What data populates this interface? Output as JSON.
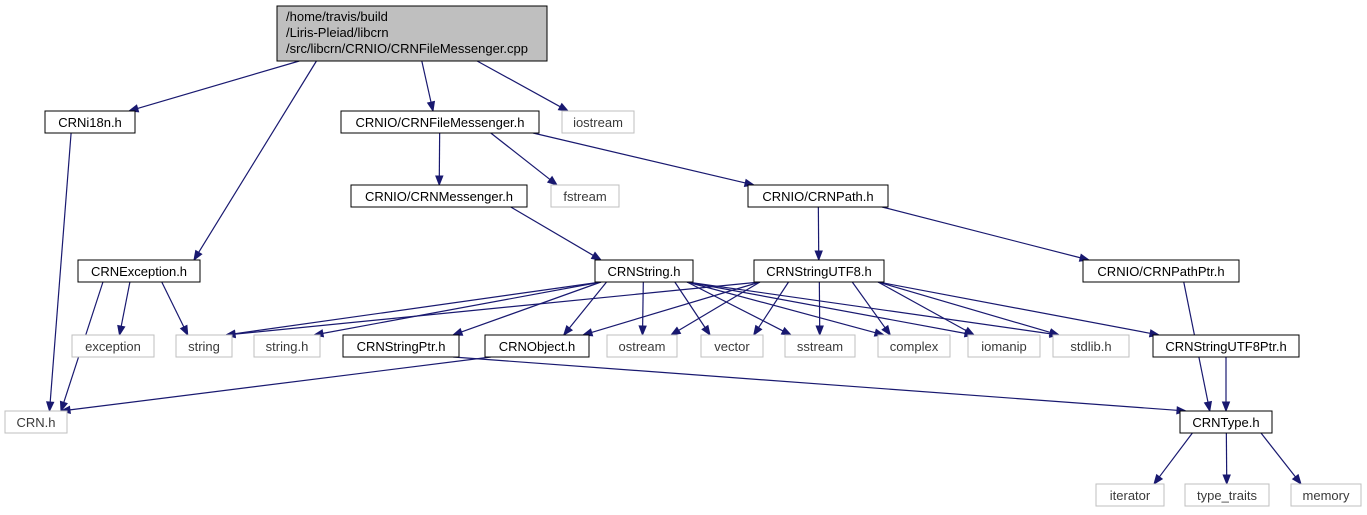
{
  "colors": {
    "edge": "#191970",
    "root_fill": "#bfbfbf",
    "local_border": "#000000",
    "external_border": "#bfbfbf"
  },
  "nodes": {
    "root": {
      "lines": [
        "/home/travis/build",
        "/Liris-Pleiad/libcrn",
        "/src/libcrn/CRNIO/CRNFileMessenger.cpp"
      ],
      "kind": "root"
    },
    "crni18n": {
      "label": "CRNi18n.h",
      "kind": "local"
    },
    "filemessenger_h": {
      "label": "CRNIO/CRNFileMessenger.h",
      "kind": "local"
    },
    "iostream": {
      "label": "iostream",
      "kind": "external"
    },
    "messenger_h": {
      "label": "CRNIO/CRNMessenger.h",
      "kind": "local"
    },
    "fstream": {
      "label": "fstream",
      "kind": "external"
    },
    "path_h": {
      "label": "CRNIO/CRNPath.h",
      "kind": "local"
    },
    "exception_h": {
      "label": "CRNException.h",
      "kind": "local"
    },
    "crnstring_h": {
      "label": "CRNString.h",
      "kind": "local"
    },
    "stringutf8_h": {
      "label": "CRNStringUTF8.h",
      "kind": "local"
    },
    "pathptr_h": {
      "label": "CRNIO/CRNPathPtr.h",
      "kind": "local"
    },
    "exception": {
      "label": "exception",
      "kind": "external"
    },
    "string": {
      "label": "string",
      "kind": "external"
    },
    "string_h": {
      "label": "string.h",
      "kind": "external"
    },
    "stringptr_h": {
      "label": "CRNStringPtr.h",
      "kind": "local"
    },
    "object_h": {
      "label": "CRNObject.h",
      "kind": "local"
    },
    "ostream": {
      "label": "ostream",
      "kind": "external"
    },
    "vector": {
      "label": "vector",
      "kind": "external"
    },
    "sstream": {
      "label": "sstream",
      "kind": "external"
    },
    "complex": {
      "label": "complex",
      "kind": "external"
    },
    "iomanip": {
      "label": "iomanip",
      "kind": "external"
    },
    "stdlib_h": {
      "label": "stdlib.h",
      "kind": "external"
    },
    "stringutf8ptr_h": {
      "label": "CRNStringUTF8Ptr.h",
      "kind": "local"
    },
    "crn_h": {
      "label": "CRN.h",
      "kind": "external"
    },
    "type_h": {
      "label": "CRNType.h",
      "kind": "local"
    },
    "iterator": {
      "label": "iterator",
      "kind": "external"
    },
    "type_traits": {
      "label": "type_traits",
      "kind": "external"
    },
    "memory": {
      "label": "memory",
      "kind": "external"
    }
  },
  "edges": [
    [
      "root",
      "crni18n"
    ],
    [
      "root",
      "exception_h"
    ],
    [
      "root",
      "filemessenger_h"
    ],
    [
      "root",
      "iostream"
    ],
    [
      "crni18n",
      "crn_h"
    ],
    [
      "filemessenger_h",
      "messenger_h"
    ],
    [
      "filemessenger_h",
      "fstream"
    ],
    [
      "filemessenger_h",
      "path_h"
    ],
    [
      "messenger_h",
      "crnstring_h"
    ],
    [
      "path_h",
      "stringutf8_h"
    ],
    [
      "path_h",
      "pathptr_h"
    ],
    [
      "exception_h",
      "crn_h"
    ],
    [
      "exception_h",
      "exception"
    ],
    [
      "exception_h",
      "string"
    ],
    [
      "crnstring_h",
      "string"
    ],
    [
      "crnstring_h",
      "string_h"
    ],
    [
      "crnstring_h",
      "stringptr_h"
    ],
    [
      "crnstring_h",
      "object_h"
    ],
    [
      "crnstring_h",
      "ostream"
    ],
    [
      "crnstring_h",
      "vector"
    ],
    [
      "crnstring_h",
      "sstream"
    ],
    [
      "crnstring_h",
      "complex"
    ],
    [
      "crnstring_h",
      "iomanip"
    ],
    [
      "crnstring_h",
      "stdlib_h"
    ],
    [
      "stringutf8_h",
      "string"
    ],
    [
      "stringutf8_h",
      "object_h"
    ],
    [
      "stringutf8_h",
      "ostream"
    ],
    [
      "stringutf8_h",
      "vector"
    ],
    [
      "stringutf8_h",
      "sstream"
    ],
    [
      "stringutf8_h",
      "complex"
    ],
    [
      "stringutf8_h",
      "iomanip"
    ],
    [
      "stringutf8_h",
      "stdlib_h"
    ],
    [
      "stringutf8_h",
      "stringutf8ptr_h"
    ],
    [
      "pathptr_h",
      "type_h"
    ],
    [
      "stringptr_h",
      "type_h"
    ],
    [
      "object_h",
      "crn_h"
    ],
    [
      "stringutf8ptr_h",
      "type_h"
    ],
    [
      "type_h",
      "iterator"
    ],
    [
      "type_h",
      "type_traits"
    ],
    [
      "type_h",
      "memory"
    ]
  ]
}
